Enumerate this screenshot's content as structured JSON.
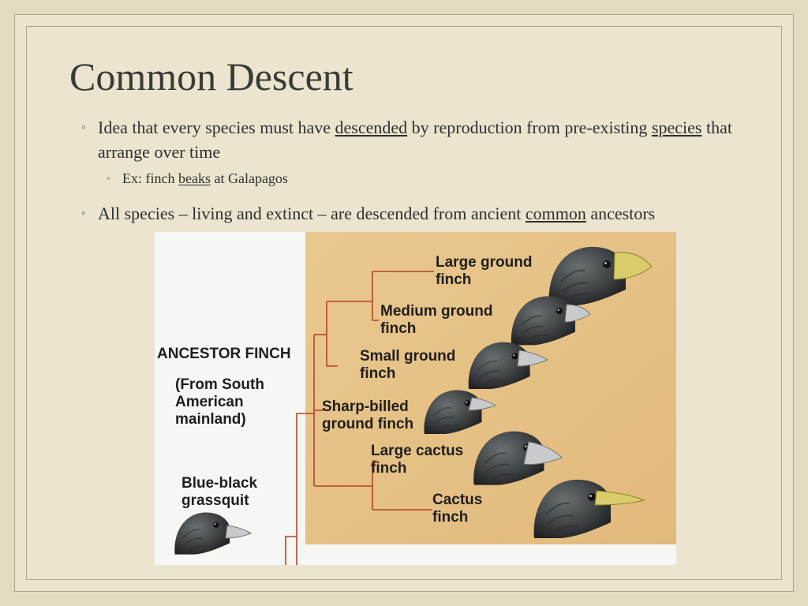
{
  "slide": {
    "title": "Common Descent",
    "bullets": [
      {
        "level": 1,
        "parts": [
          "Idea that every species must have ",
          "descended",
          " by reproduction from pre-existing ",
          "species",
          " that arrange over time"
        ]
      },
      {
        "level": 2,
        "parts": [
          "Ex: finch ",
          "beaks",
          " at Galapagos"
        ]
      },
      {
        "level": 1,
        "parts": [
          "All species – living and extinct – are descended from ancient ",
          "common",
          " ancestors"
        ]
      }
    ],
    "bullet_glyph": "◦"
  },
  "figure": {
    "labels": {
      "large_ground": "Large ground\nfinch",
      "medium_ground": "Medium ground\nfinch",
      "small_ground": "Small ground\nfinch",
      "sharp_billed": "Sharp-billed\nground finch",
      "large_cactus": "Large cactus\nfinch",
      "cactus": "Cactus\nfinch",
      "ancestor": "ANCESTOR FINCH",
      "ancestor_origin": "(From South\nAmerican\nmainland)",
      "grassquit": "Blue-black\ngrassquit"
    },
    "colors": {
      "panel": "#e8c489",
      "tree_line": "#b0452a",
      "bird_body": "#3b3f40",
      "beak_pale": "#c8cbcd",
      "beak_yellow": "#d9cc6a"
    },
    "icons": [
      "finch-head-icon",
      "finch-head-icon",
      "finch-head-icon",
      "finch-head-icon",
      "finch-head-icon",
      "finch-head-icon",
      "finch-head-icon"
    ]
  }
}
